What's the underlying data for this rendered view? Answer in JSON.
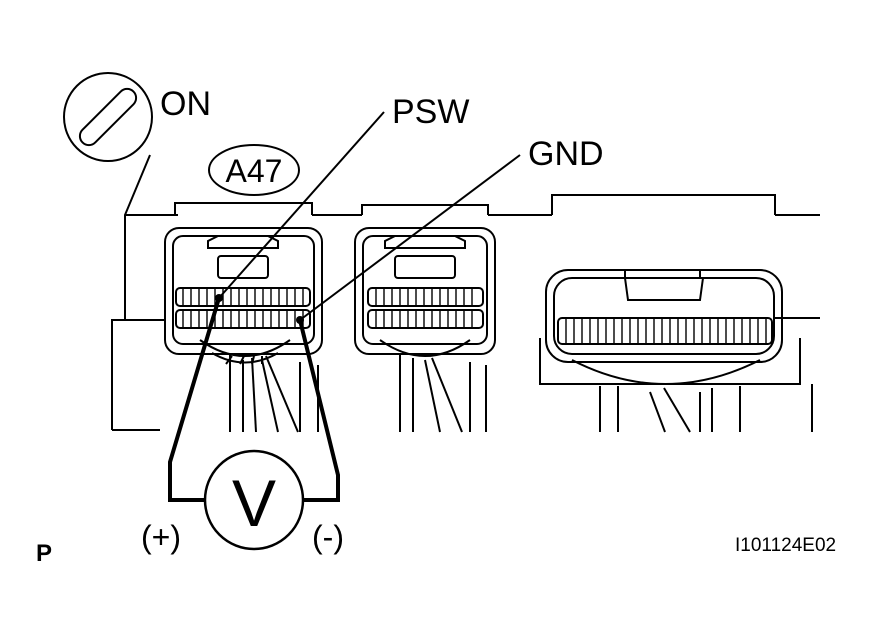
{
  "ignition": {
    "label": "ON",
    "icon": "ignition-switch-icon"
  },
  "connector": {
    "id": "A47"
  },
  "terminals": {
    "psw": "PSW",
    "gnd": "GND"
  },
  "meter": {
    "symbol": "V",
    "positive": "(+)",
    "negative": "(-)"
  },
  "corner_mark": "P",
  "figure_code": "I101124E02"
}
